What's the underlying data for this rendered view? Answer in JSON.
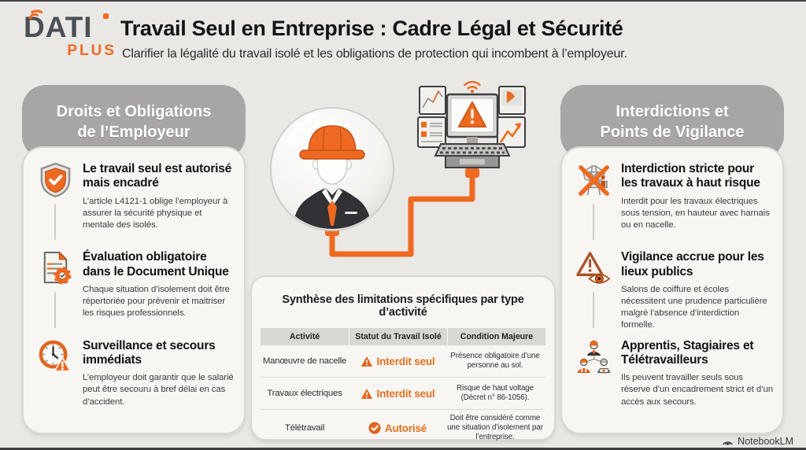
{
  "page": {
    "background": "#e9e8e5",
    "accent_orange": "#ee6a20",
    "banner_gray": "#a7a6a4",
    "status_orange": "#e2701f"
  },
  "logo": {
    "line1": "DATI",
    "line2": "PLUS",
    "signal_icon": "wifi-signal-icon"
  },
  "header": {
    "title": "Travail Seul en Entreprise : Cadre Légal et Sécurité",
    "subtitle": "Clarifier la légalité du travail isolé et les obligations de protection qui incombent à l’employeur."
  },
  "left_panel": {
    "title": "Droits et Obligations\nde l’Employeur",
    "items": [
      {
        "icon": "shield-check-icon",
        "title": "Le travail seul est autorisé mais encadré",
        "body": "L’article L4121-1 oblige l’employeur à assurer la sécurité physique et mentale des isolés."
      },
      {
        "icon": "document-gear-icon",
        "title": "Évaluation obligatoire dans le Document Unique",
        "body": "Chaque situation d’isolement doit être répertoriée pour prévenir et maitriser les risques professionnels."
      },
      {
        "icon": "clock-alert-icon",
        "title": "Surveillance et secours immédiats",
        "body": "L’employeur doit garantir que le salarié peut être secouru à bref délai en cas d’accident."
      }
    ]
  },
  "right_panel": {
    "title": "Interdictions et\nPoints de Vigilance",
    "items": [
      {
        "icon": "pylon-cross-icon",
        "title": "Interdiction stricte pour les travaux à haut risque",
        "body": "Interdit pour les travaux électriques sous tension, en hauteur avec harnais ou en nacelle."
      },
      {
        "icon": "eye-warning-icon",
        "title": "Vigilance accrue pour les lieux publics",
        "body": "Salons de coiffure et écoles nécessitent une prudence particulière malgré l’absence d’interdiction formelle."
      },
      {
        "icon": "workers-group-icon",
        "title": "Apprentis, Stagiaires et Télétravailleurs",
        "body": "Ils peuvent travailler seuls sous réserve d’un encadrement strict et d’un accès aux secours."
      }
    ]
  },
  "center_illustration": {
    "description": "Lone worker in a protective bubble connected by an orange cable to a monitoring station showing an alert",
    "icons": [
      "worker-avatar",
      "hard-hat",
      "monitor-station",
      "warning-triangle-icon",
      "wifi-signal-icon",
      "cable"
    ]
  },
  "table": {
    "title": "Synthèse des limitations spécifiques par type d’activité",
    "headers": [
      "Activité",
      "Statut du Travail Isolé",
      "Condition Majeure"
    ],
    "rows": [
      {
        "activity": "Manœuvre de nacelle",
        "status": "Interdit seul",
        "status_icon": "warning-triangle-icon",
        "condition": "Présence obligatoire d’une personne au sol."
      },
      {
        "activity": "Travaux électriques",
        "status": "Interdit seul",
        "status_icon": "warning-triangle-icon",
        "condition": "Risque de haut voltage (Décret n° 86-1056)."
      },
      {
        "activity": "Télétravail",
        "status": "Autorisé",
        "status_icon": "check-circle-icon",
        "condition": "Doit être considéré comme une situation d’isolement par l’entreprise."
      }
    ]
  },
  "watermark": {
    "label": "NotebookLM",
    "icon": "notebooklm-icon"
  }
}
